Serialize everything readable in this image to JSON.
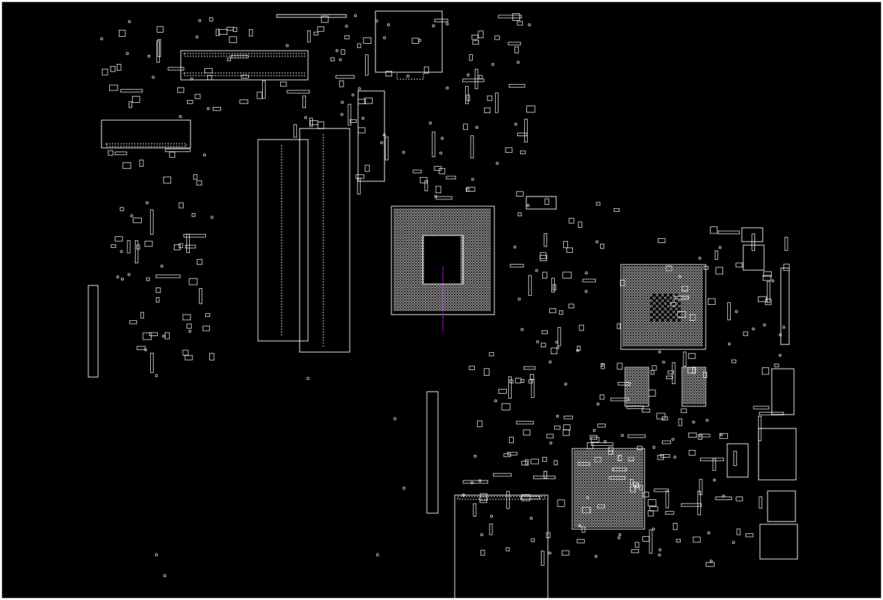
{
  "app": {
    "view": "board-layout-viewer",
    "background": "#000000",
    "outline_color": "#ffffff",
    "net_highlight_color": "#c000ff"
  },
  "board": {
    "components": [
      {
        "ref": "bga-cpu-socket",
        "type": "bga"
      },
      {
        "ref": "bga-chipset-right",
        "type": "bga"
      },
      {
        "ref": "bga-chipset-lower",
        "type": "bga"
      },
      {
        "ref": "dimm-slot-1",
        "type": "connector"
      },
      {
        "ref": "dimm-slot-2",
        "type": "connector"
      },
      {
        "ref": "top-connector",
        "type": "connector"
      },
      {
        "ref": "left-connector",
        "type": "connector"
      },
      {
        "ref": "top-chip",
        "type": "ic"
      },
      {
        "ref": "lower-connector",
        "type": "connector"
      }
    ]
  }
}
